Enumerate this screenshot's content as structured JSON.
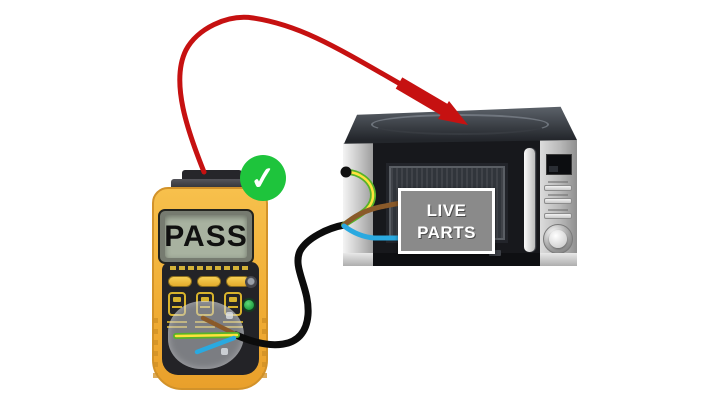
{
  "scene": {
    "background": "#ffffff"
  },
  "status_indicator": {
    "glyph": "✓",
    "color": "#1ec43c"
  },
  "tester": {
    "display_text": "PASS",
    "display_text_color": "#101010",
    "lcd_color": "#a8b2a0",
    "body_color": "#f2b441",
    "panel_color": "#232327",
    "button_color": "#edc23f",
    "green_button_color": "#32c152"
  },
  "leads": {
    "probe_lead_color": "#c61111",
    "mains_lead_color": "#0c0c0c",
    "earth_wire_green": "#57b32a",
    "earth_wire_yellow": "#ffe23c",
    "live_wire_color": "#8a5a2a",
    "neutral_wire_color": "#2aa9e0",
    "earth_terminal_color": "#101010"
  },
  "microwave": {
    "label_box": {
      "line1": "LIVE",
      "line2": "PARTS",
      "background": "#8a8a8a",
      "border_color": "#ffffff",
      "text_color": "#ffffff"
    }
  }
}
